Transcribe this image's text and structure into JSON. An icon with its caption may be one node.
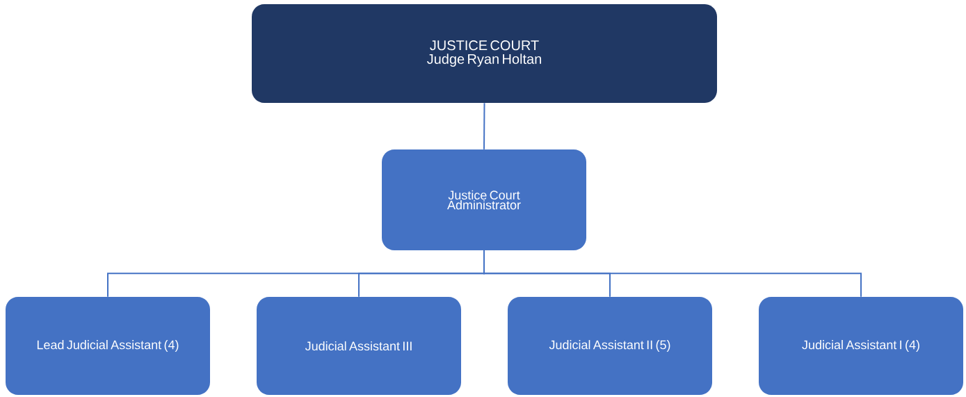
{
  "diagram": {
    "nodes": [
      {
        "text": [
          "JUSTICE COURT",
          "Judge Ryan Holtan"
        ]
      },
      {
        "text": [
          "Justice Court Administrator"
        ]
      },
      {
        "text": [
          "Lead Judicial Assistant (4)"
        ]
      },
      {
        "text": [
          "Judicial Assistant III"
        ]
      },
      {
        "text": [
          "Judicial Assistant II (5)"
        ]
      },
      {
        "text": [
          "Judicial Assistant I (4)"
        ]
      }
    ],
    "edges": [
      {
        "from": 0,
        "to": 1,
        "arrow": "none"
      },
      {
        "from": 1,
        "to": 2,
        "arrow": "none"
      },
      {
        "from": 1,
        "to": 3,
        "arrow": "none"
      },
      {
        "from": 1,
        "to": 4,
        "arrow": "none"
      },
      {
        "from": 1,
        "to": 5,
        "arrow": "none"
      }
    ]
  }
}
